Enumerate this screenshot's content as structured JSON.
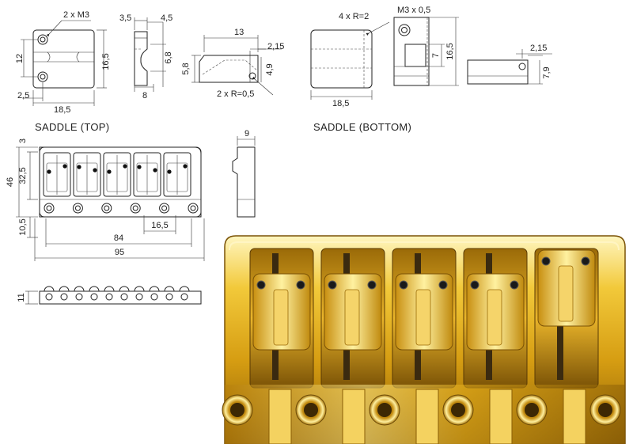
{
  "captions": {
    "saddle_top": "SADDLE (TOP)",
    "saddle_bottom": "SADDLE (BOTTOM)"
  },
  "saddle_top_front": {
    "thread": "2 x M3",
    "w": "18,5",
    "h": "16,5",
    "h_inner": "12",
    "offset": "2,5"
  },
  "saddle_top_side": {
    "a": "3,5",
    "b": "4,5",
    "c": "6,8",
    "d": "8"
  },
  "saddle_top_profile": {
    "len": "13",
    "t": "2,15",
    "h": "5,8",
    "h2": "4,9",
    "radius": "2 x R=0,5"
  },
  "saddle_bottom_front": {
    "radius": "4 x R=2",
    "w": "18,5"
  },
  "saddle_bottom_side": {
    "thread": "M3 x 0,5",
    "h": "16,5",
    "slot": "7"
  },
  "saddle_bottom_profile": {
    "t": "2,15",
    "h": "7,9"
  },
  "bridge_top": {
    "top_margin": "3",
    "h": "46",
    "body_h": "32,5",
    "bottom_h": "10,5",
    "spacing": "16,5",
    "inner_w": "84",
    "w": "95"
  },
  "bridge_side": {
    "t": "9"
  },
  "bridge_front": {
    "h": "11"
  },
  "colors": {
    "gold_light": "#fff2a8",
    "gold_mid": "#e8b820",
    "gold_dark": "#8a5e06",
    "line": "#222222"
  }
}
